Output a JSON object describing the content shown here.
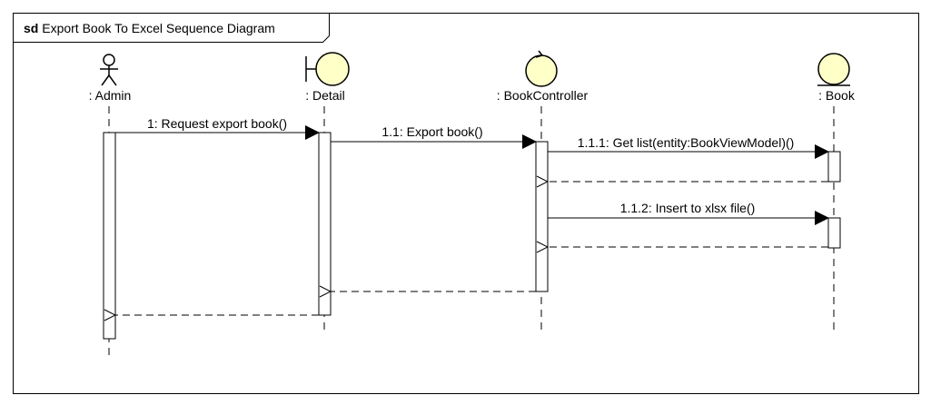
{
  "frame": {
    "keyword": "sd",
    "title": "Export Book To Excel Sequence Diagram"
  },
  "lifelines": [
    {
      "id": "admin",
      "label": ": Admin",
      "kind": "actor-icon"
    },
    {
      "id": "detail",
      "label": ": Detail",
      "kind": "boundary-icon"
    },
    {
      "id": "controller",
      "label": ": BookController",
      "kind": "control-icon"
    },
    {
      "id": "book",
      "label": ": Book",
      "kind": "entity-icon"
    }
  ],
  "messages": [
    {
      "id": "m1",
      "label": "1: Request export book()",
      "from": "admin",
      "to": "detail",
      "type": "sync"
    },
    {
      "id": "m2",
      "label": "1.1: Export book()",
      "from": "detail",
      "to": "controller",
      "type": "sync"
    },
    {
      "id": "m3",
      "label": "1.1.1: Get list(entity:BookViewModel)()",
      "from": "controller",
      "to": "book",
      "type": "sync"
    },
    {
      "id": "r3",
      "label": "",
      "from": "book",
      "to": "controller",
      "type": "return"
    },
    {
      "id": "m4",
      "label": "1.1.2: Insert to xlsx file()",
      "from": "controller",
      "to": "book",
      "type": "sync"
    },
    {
      "id": "r4",
      "label": "",
      "from": "book",
      "to": "controller",
      "type": "return"
    },
    {
      "id": "r2",
      "label": "",
      "from": "controller",
      "to": "detail",
      "type": "return"
    },
    {
      "id": "r1",
      "label": "",
      "from": "detail",
      "to": "admin",
      "type": "return"
    }
  ]
}
